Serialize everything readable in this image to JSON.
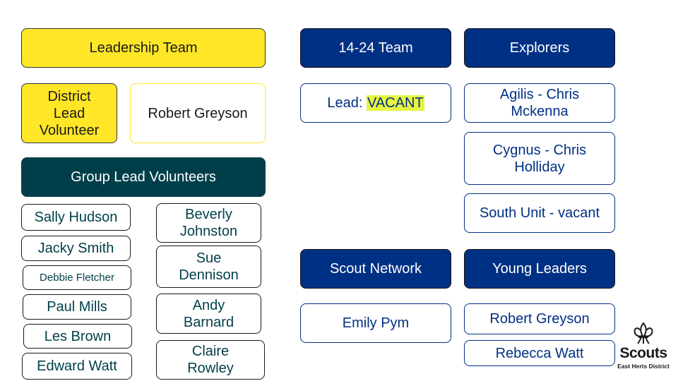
{
  "leadership": {
    "header": "Leadership Team",
    "role_label": "District Lead Volunteer",
    "role_name": "Robert Greyson"
  },
  "groups": {
    "header": "Group Lead Volunteers",
    "left": [
      "Sally Hudson",
      "Jacky Smith",
      "Debbie Fletcher",
      "Paul Mills",
      "Les Brown",
      "Edward Watt"
    ],
    "right": [
      "Beverly Johnston",
      "Sue Dennison",
      "Andy Barnard",
      "Claire Rowley"
    ]
  },
  "team_14_24": {
    "header": "14-24 Team",
    "lead_prefix": "Lead: ",
    "lead_value": "VACANT"
  },
  "explorers": {
    "header": "Explorers",
    "units": [
      "Agilis - Chris Mckenna",
      "Cygnus - Chris Holliday",
      "South Unit - vacant"
    ]
  },
  "scout_network": {
    "header": "Scout Network",
    "members": [
      "Emily Pym"
    ]
  },
  "young_leaders": {
    "header": "Young Leaders",
    "members": [
      "Robert Greyson",
      "Rebecca Watt"
    ]
  },
  "logo": {
    "word": "Scouts",
    "subtitle": "East Herts District",
    "icon": "fleur-de-lis-icon"
  },
  "colors": {
    "yellow": "#ffe627",
    "teal": "#003f4a",
    "navy": "#003083",
    "highlight": "#e6f542"
  }
}
